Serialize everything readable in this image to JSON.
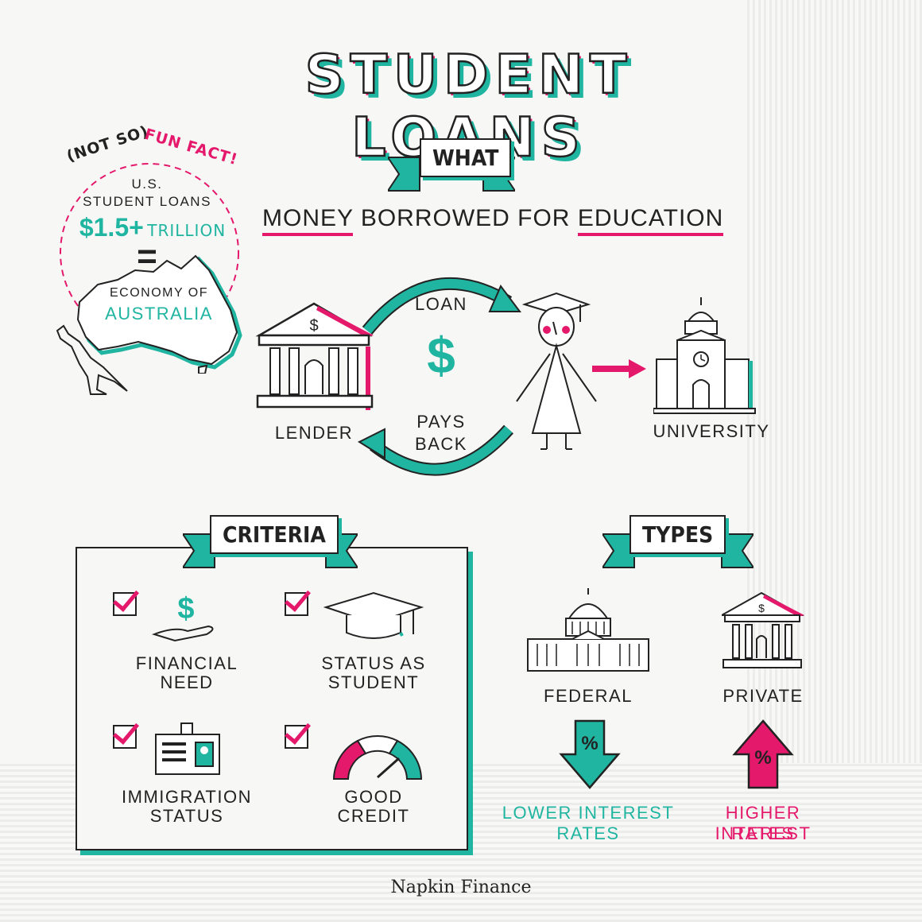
{
  "title": "STUDENT LOANS",
  "fun_fact": {
    "not_so": "(NOT SO)",
    "fun_fact": "FUN FACT!",
    "us": "U.S.",
    "student_loans": "STUDENT LOANS",
    "amount": "$1.5+",
    "trillion": "TRILLION",
    "equals": "=",
    "economy_of": "ECONOMY OF",
    "australia": "AUSTRALIA"
  },
  "what": {
    "label": "WHAT",
    "def_word1": "MONEY",
    "def_middle": "BORROWED FOR",
    "def_word2": "EDUCATION"
  },
  "flow": {
    "lender": "LENDER",
    "loan": "LOAN",
    "dollar": "$",
    "pays_back_1": "PAYS",
    "pays_back_2": "BACK",
    "university": "UNIVERSITY"
  },
  "criteria": {
    "label": "CRITERIA",
    "items": [
      {
        "line1": "FINANCIAL",
        "line2": "NEED"
      },
      {
        "line1": "STATUS AS",
        "line2": "STUDENT"
      },
      {
        "line1": "IMMIGRATION",
        "line2": "STATUS"
      },
      {
        "line1": "GOOD",
        "line2": "CREDIT"
      }
    ]
  },
  "types": {
    "label": "TYPES",
    "federal": "FEDERAL",
    "private": "PRIVATE",
    "percent": "%",
    "lower_1": "LOWER INTEREST",
    "lower_2": "RATES",
    "higher_1": "HIGHER INTEREST",
    "higher_2": "RATES"
  },
  "footer": "Napkin Finance",
  "colors": {
    "teal": "#1fb5a1",
    "pink": "#e5196b",
    "ink": "#222222"
  }
}
